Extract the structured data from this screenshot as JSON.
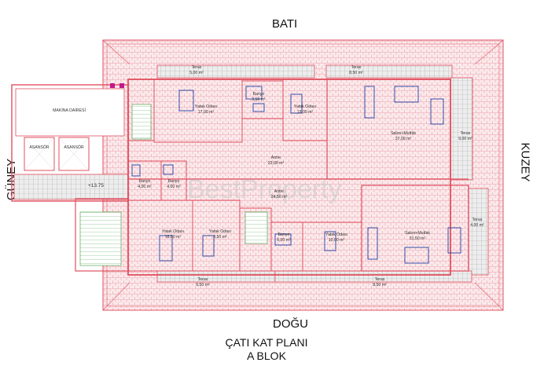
{
  "compass": {
    "west": "BATI",
    "south": "GÜNEY",
    "north": "KUZEY",
    "east": "DOĞU"
  },
  "title": {
    "line1": "ÇATI KAT PLANI",
    "line2": "A BLOK"
  },
  "watermark": "BestProperty",
  "level_mark": "+13.75",
  "colors": {
    "wall": "#e0505f",
    "roof": "#eba3ad",
    "tile": "#a9a9a9",
    "furniture": "#1f3fa5",
    "text": "#333333"
  },
  "rooms": [
    {
      "name": "MAKİNA DAİRESİ",
      "area": ""
    },
    {
      "name": "ASANSÖR",
      "area": ""
    },
    {
      "name": "ASANSÖR",
      "area": ""
    },
    {
      "name": "Teras",
      "area": "5,00 m²"
    },
    {
      "name": "Teras",
      "area": "8,50 m²"
    },
    {
      "name": "Yatak Odası",
      "area": "17,00 m²"
    },
    {
      "name": "Banyo",
      "area": "3,50 m²"
    },
    {
      "name": "Yatak Odası",
      "area": "13,00 m²"
    },
    {
      "name": "Salon+Mutfak",
      "area": "37,00 m²"
    },
    {
      "name": "Teras",
      "area": "9,00 m²"
    },
    {
      "name": "Antre",
      "area": "23,00 m²"
    },
    {
      "name": "Banyo",
      "area": "4,00 m²"
    },
    {
      "name": "Banyo",
      "area": "4,00 m²"
    },
    {
      "name": "Antre",
      "area": "24,50 m²"
    },
    {
      "name": "Yatak Odası",
      "area": "16,00 m²"
    },
    {
      "name": "Yatak Odası",
      "area": "9,50 m²"
    },
    {
      "name": "Banyo",
      "area": "6,00 m²"
    },
    {
      "name": "Yatak Odası",
      "area": "10,00 m²"
    },
    {
      "name": "Salon+Mutfak",
      "area": "31,50 m²"
    },
    {
      "name": "Teras",
      "area": "4,00 m²"
    },
    {
      "name": "Teras",
      "area": "6,50 m²"
    },
    {
      "name": "Teras",
      "area": "8,50 m²"
    }
  ]
}
